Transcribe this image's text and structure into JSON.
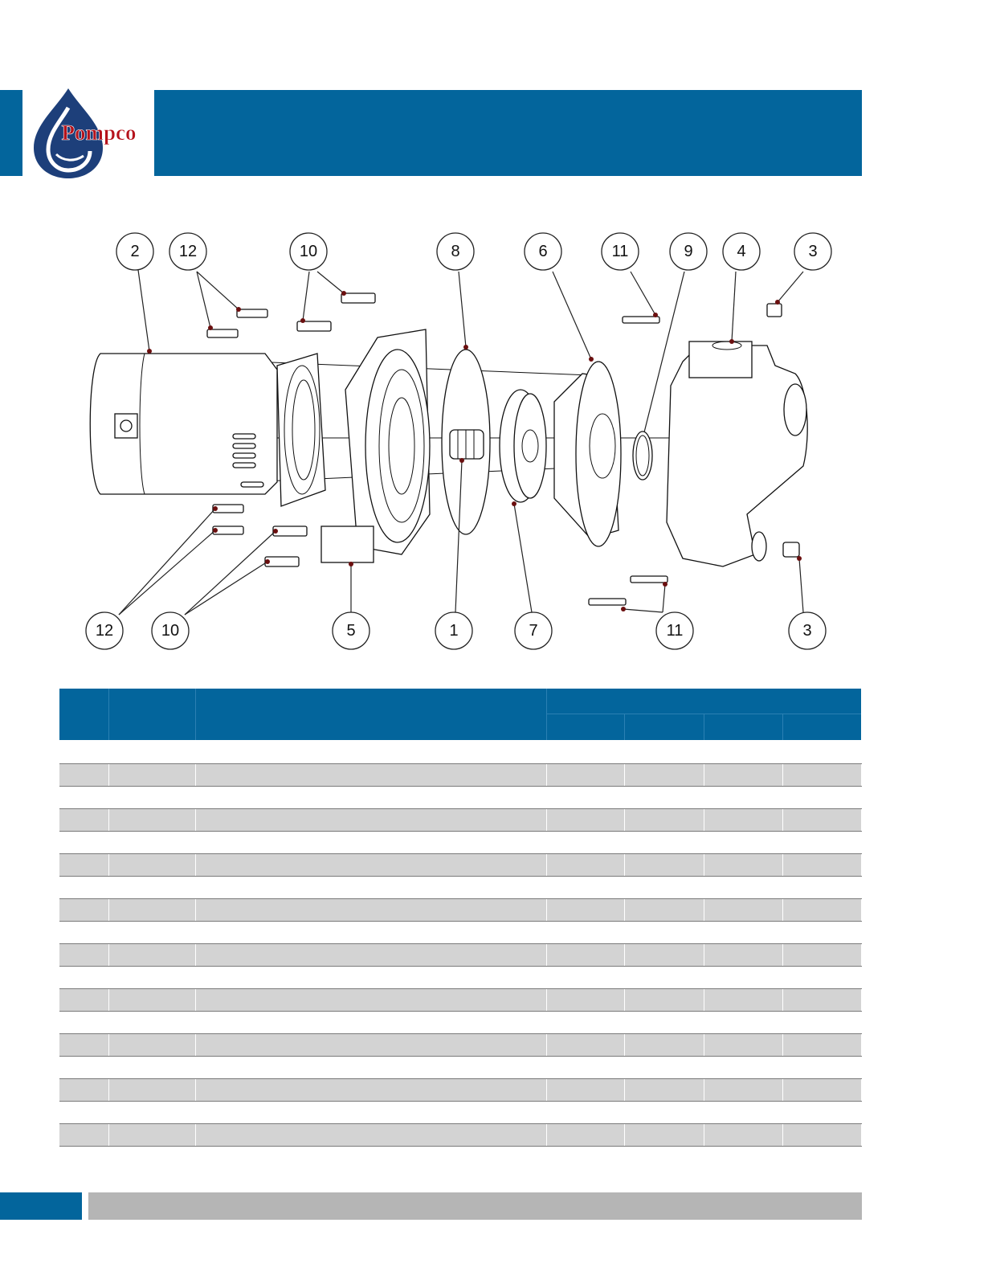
{
  "brand": {
    "logo_text": "Pompco",
    "primary_color": "#03659c",
    "logo_red": "#b5121b",
    "logo_blue": "#1d3f7a"
  },
  "diagram": {
    "callouts_top": [
      "2",
      "12",
      "10",
      "8",
      "6",
      "11",
      "9",
      "4",
      "3"
    ],
    "callouts_bottom": [
      "12",
      "10",
      "5",
      "1",
      "7",
      "11",
      "3"
    ]
  },
  "table": {
    "header_fill": "#03659c",
    "row_shade": "#d3d3d3",
    "rows": 18
  }
}
